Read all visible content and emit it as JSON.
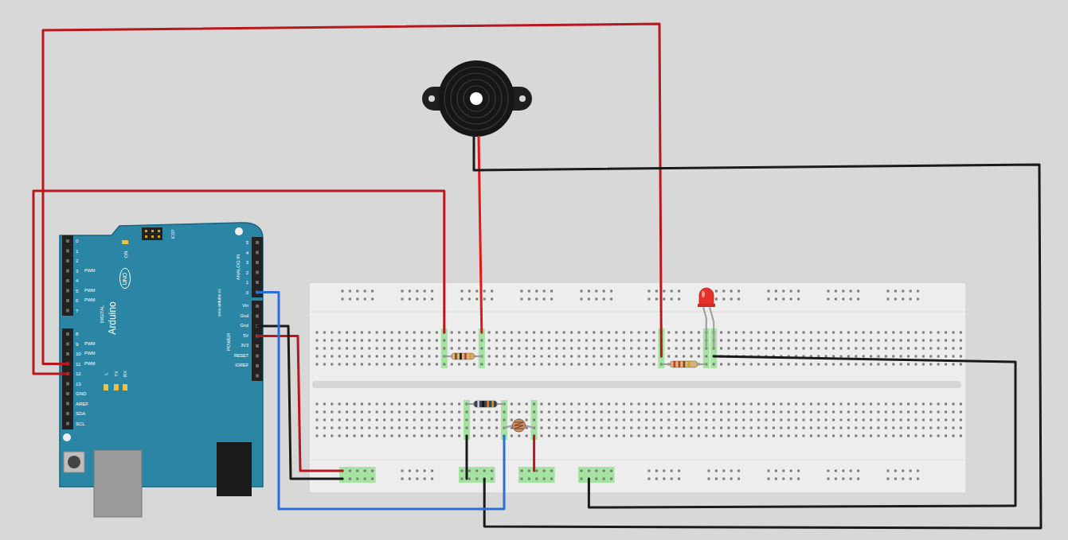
{
  "diagram": {
    "nodes": [
      {
        "text": [
          "Arduino",
          "UNO",
          "ON",
          "ICSP",
          "DIGITAL",
          "L",
          "TX",
          "RX",
          "0",
          "1",
          "2",
          "3",
          "4",
          "5",
          "6",
          "7",
          "8",
          "9",
          "10",
          "11",
          "12",
          "13",
          "GND",
          "AREF",
          "SDA",
          "SCL",
          "PWM",
          "PWM",
          "PWM",
          "PWM",
          "PWM",
          "PWM",
          "ANALOG IN",
          "5",
          "4",
          "3",
          "2",
          "1",
          "0",
          "POWER",
          "www.arduino.cc",
          "Vin",
          "Gnd",
          "Gnd",
          "5V",
          "3V3",
          "RESET",
          "IOREF"
        ]
      }
    ]
  }
}
